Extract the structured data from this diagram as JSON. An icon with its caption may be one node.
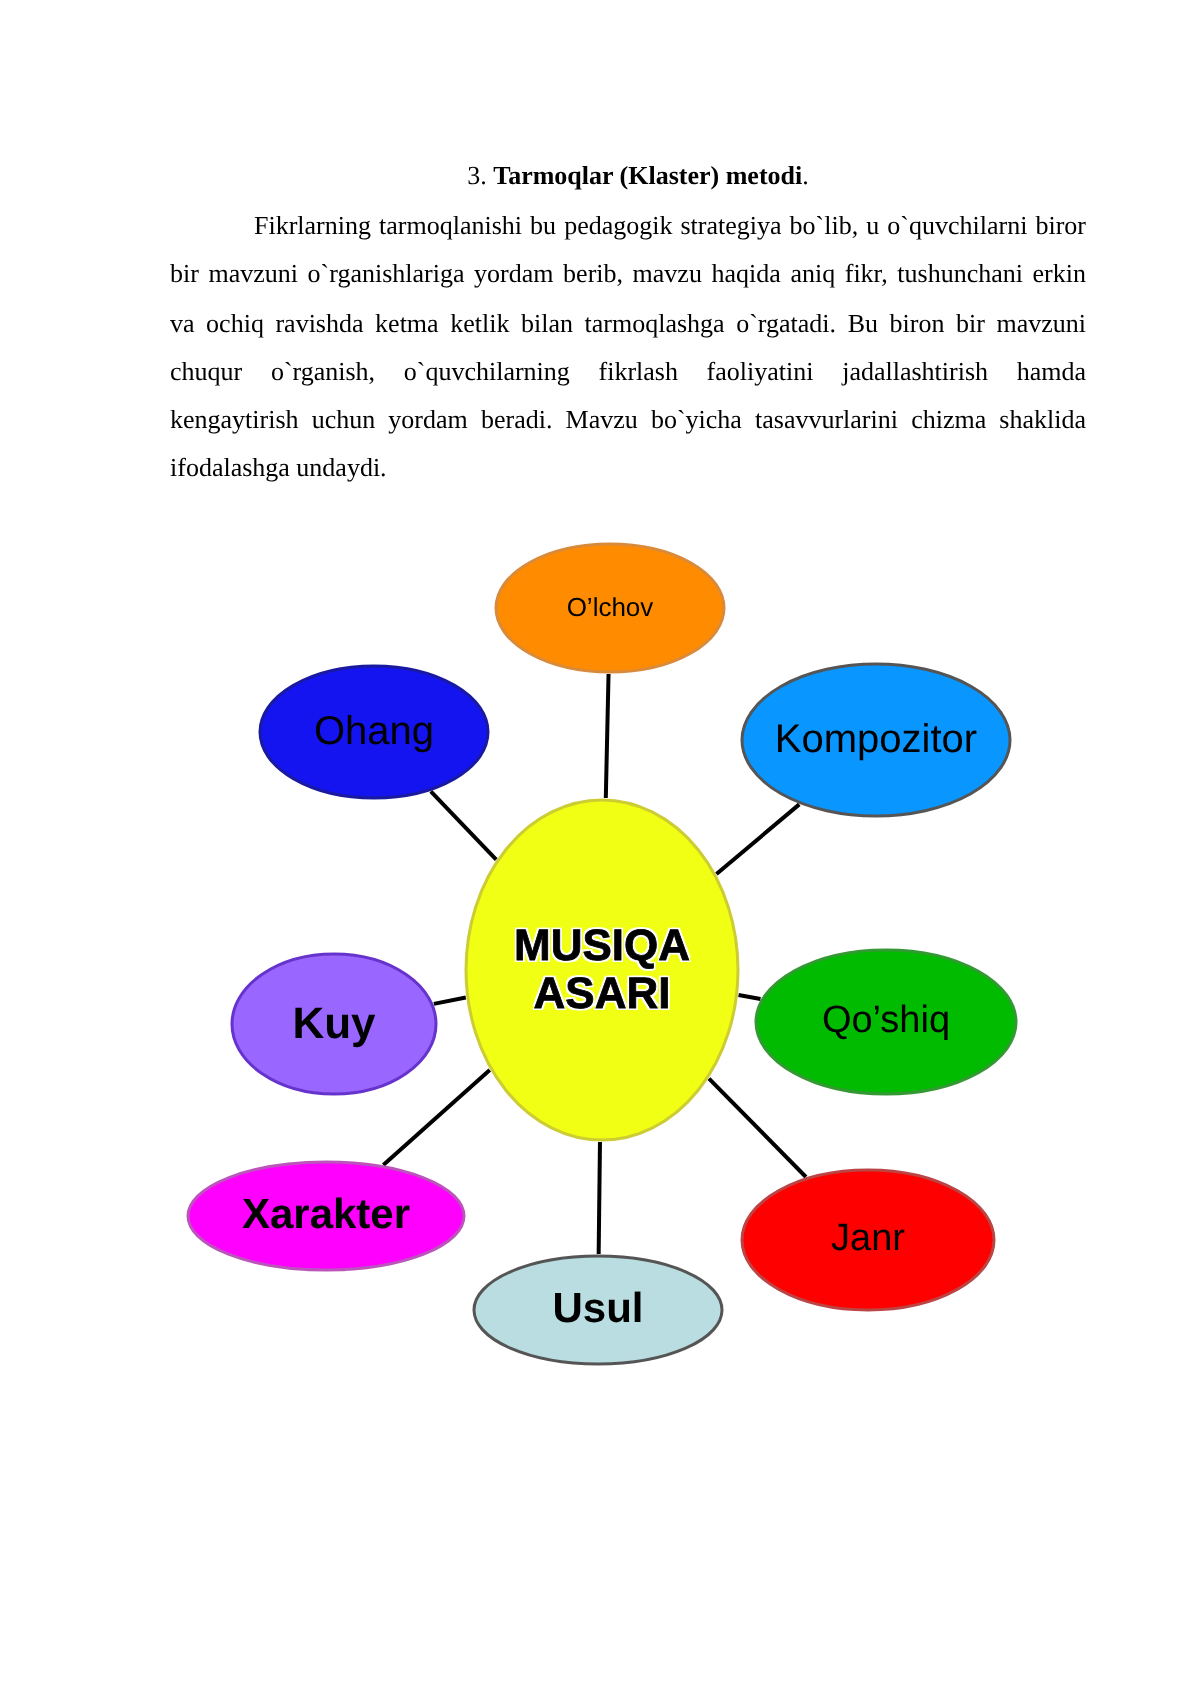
{
  "diagram": {
    "title": "3. **Tarmoqlar (Klaster) metodi**.",
    "nodes": [
      {
        "text": [
          "O’lchov"
        ]
      },
      {
        "text": [
          "Ohang"
        ]
      },
      {
        "text": [
          "Kompozitor"
        ]
      },
      {
        "text": [
          "MUSIQA ASARI"
        ]
      },
      {
        "text": [
          "Kuy"
        ]
      },
      {
        "text": [
          "Qo’shiq"
        ]
      },
      {
        "text": [
          "Xarakter"
        ]
      },
      {
        "text": [
          "Janr"
        ]
      },
      {
        "text": [
          "Usul"
        ]
      }
    ],
    "edges": [
      {
        "from": 3,
        "to": 0,
        "arrow": "none"
      },
      {
        "from": 3,
        "to": 1,
        "arrow": "none"
      },
      {
        "from": 3,
        "to": 2,
        "arrow": "none"
      },
      {
        "from": 3,
        "to": 4,
        "arrow": "none"
      },
      {
        "from": 3,
        "to": 5,
        "arrow": "none"
      },
      {
        "from": 3,
        "to": 6,
        "arrow": "none"
      },
      {
        "from": 3,
        "to": 7,
        "arrow": "none"
      },
      {
        "from": 3,
        "to": 8,
        "arrow": "none"
      }
    ],
    "labels": [
      "Fikrlarning tarmoqlanishi bu pedagogik strategiya bo`lib, u o`quvchilarni biror bir mavzuni o`rganishlariga yordam berib, mavzu haqida aniq fikr, tushunchani erkin va ochiq ravishda ketma ketlik bilan tarmoqlashga o`rgatadi. Bu biron bir mavzuni chuqur o`rganish, o`quvchilarning fikrlash faoliyatini jadallashtirish hamda kengaytirish uchun yordam beradi. Mavzu bo`yicha tasavvurlarini chizma shaklida ifodalashga undaydi."
    ]
  }
}
